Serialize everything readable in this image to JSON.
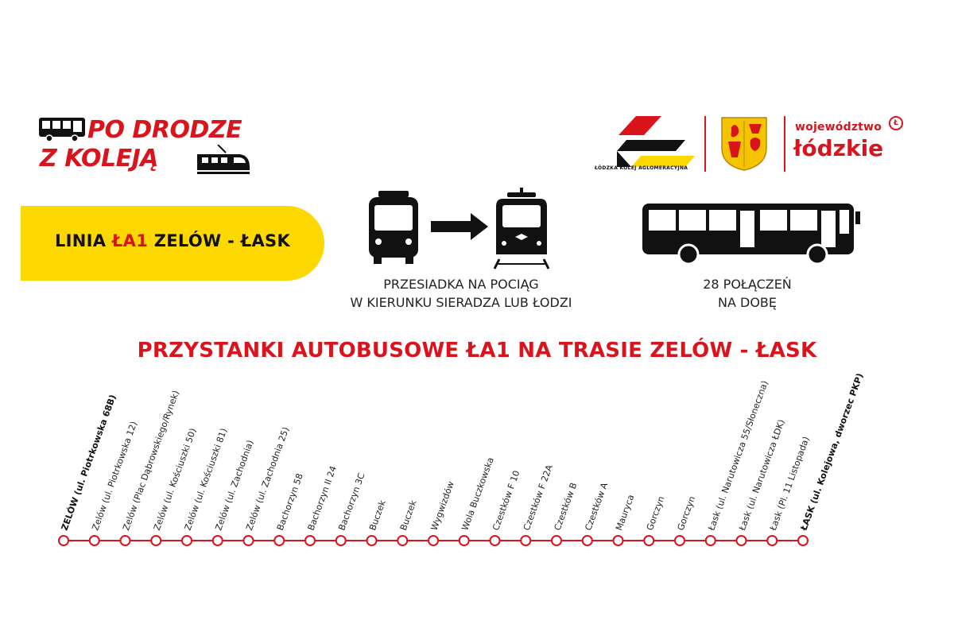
{
  "logo": {
    "line1": "PO DRODZE",
    "line2": "Z KOLEJĄ"
  },
  "partner_logos": {
    "lka_caption": "ŁÓDZKA KOLEJ AGLOMERACYJNA",
    "region_small": "województwo",
    "region_big": "łódzkie",
    "region_mark": "Ł"
  },
  "banner": {
    "prefix": "LINIA ",
    "line_code": "ŁA1",
    "suffix": " ZELÓW - ŁASK",
    "color": "#fcd700"
  },
  "transfer": {
    "line1": "PRZESIADKA NA POCIĄG",
    "line2": "W KIERUNKU SIERADZA LUB ŁODZI"
  },
  "connections": {
    "line1": "28 POŁĄCZEŃ",
    "line2": "NA DOBĘ"
  },
  "route": {
    "title": "PRZYSTANKI AUTOBUSOWE ŁA1 NA TRASIE ZELÓW - ŁASK",
    "accent_color": "#d9141d",
    "stops": [
      {
        "name": "ZELÓW (ul. Piotrkowska 68B)",
        "bold": true
      },
      {
        "name": "Zelów (ul. Piotrkowska 12)",
        "bold": false
      },
      {
        "name": "Zelów (Plac Dąbrowskiego/Rynek)",
        "bold": false
      },
      {
        "name": "Zelów (ul. Kościuszki 50)",
        "bold": false
      },
      {
        "name": "Zelów (ul. Kościuszki 81)",
        "bold": false
      },
      {
        "name": "Zelów (ul. Zachodnia)",
        "bold": false
      },
      {
        "name": "Zelów (ul. Zachodnia 25)",
        "bold": false
      },
      {
        "name": "Bachorzyn 58",
        "bold": false
      },
      {
        "name": "Bachorzyn II 24",
        "bold": false
      },
      {
        "name": "Bachorzyn 3C",
        "bold": false
      },
      {
        "name": "Buczek",
        "bold": false
      },
      {
        "name": "Buczek",
        "bold": false
      },
      {
        "name": "Wygwizdów",
        "bold": false
      },
      {
        "name": "Wola Buczkowska",
        "bold": false
      },
      {
        "name": "Czestków F 10",
        "bold": false
      },
      {
        "name": "Czestków F 22A",
        "bold": false
      },
      {
        "name": "Czestków B",
        "bold": false
      },
      {
        "name": "Czestków A",
        "bold": false
      },
      {
        "name": "Mauryca",
        "bold": false
      },
      {
        "name": "Gorczyn",
        "bold": false
      },
      {
        "name": "Gorczyn",
        "bold": false
      },
      {
        "name": "Łask (ul. Narutowicza 55/Słoneczna)",
        "bold": false
      },
      {
        "name": "Łask (ul. Narutowicza ŁDK)",
        "bold": false
      },
      {
        "name": "Łask (Pl. 11 Listopada)",
        "bold": false
      },
      {
        "name": "ŁASK (ul. Kolejowa, dworzec PKP)",
        "bold": true
      }
    ]
  }
}
